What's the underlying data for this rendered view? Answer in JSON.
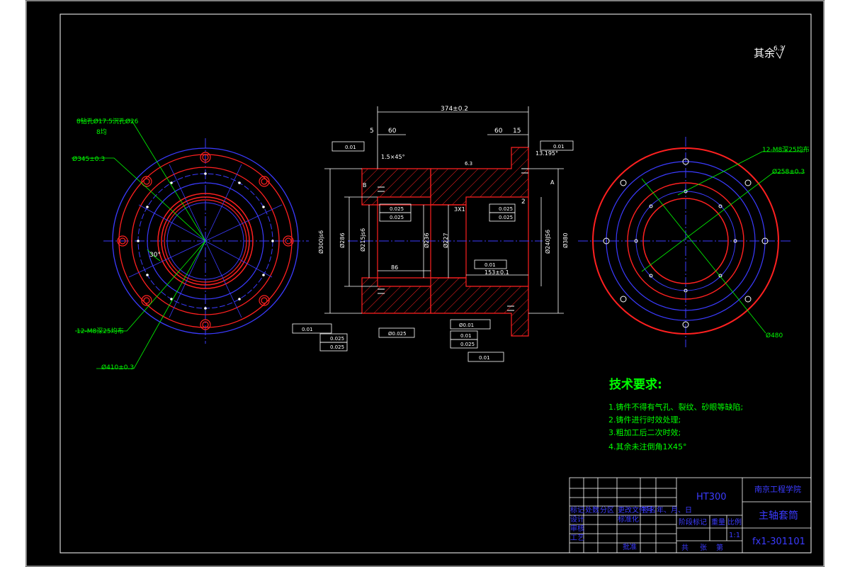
{
  "roughness": "其余",
  "roughness_value": "6.3",
  "left_view": {
    "label_holes": "8钻孔Ø17.5沉孔Ø26",
    "label_holes_sub": "8均",
    "label_d345": "Ø345±0.3",
    "label_angle": "30°",
    "label_threads": "12-M8深25均布",
    "label_d410": "Ø410±0.3"
  },
  "section": {
    "dim_total": "374±0.2",
    "dim_5": "5",
    "dim_60a": "60",
    "dim_60b": "60",
    "dim_15": "15",
    "dim_chamfer_l": "1.5×45°",
    "dim_chamfer_r": "13.195°",
    "dim_3x1": "3X1",
    "dim_86": "86",
    "dim_153": "153±0.1",
    "dim_2": "2",
    "d_left_1": "Ø300js6",
    "d_left_2": "Ø286",
    "d_left_3": "Ø215js6",
    "d_mid_1": "Ø236",
    "d_mid_2": "Ø227",
    "d_right_1": "Ø240JS6",
    "d_right_2": "Ø380",
    "tol_1": "0.01",
    "tol_2": "0.01",
    "tol_3": "0.025",
    "tol_4": "0.025",
    "tol_5": "0.025",
    "tol_6": "0.025",
    "tol_7": "0.01",
    "datum_b": "B",
    "datum_a": "A",
    "rough_63": "6.3",
    "tol_b1": "0.01",
    "tol_b2": "0.025",
    "tol_b3": "0.025",
    "tol_b4": "Ø0.025",
    "tol_b5": "Ø0.01",
    "tol_b6": "0.01",
    "tol_b7": "0.025",
    "tol_b8": "0.01"
  },
  "right_view": {
    "label_threads": "12-M8深25均布",
    "label_d258": "Ø258±0.3",
    "label_d480": "Ø480"
  },
  "tech_req": {
    "title": "技术要求:",
    "items": [
      "1.铸件不得有气孔、裂纹、砂眼等缺陷;",
      "2.铸件进行时效处理;",
      "3.粗加工后二次时效;",
      "4.其余未注倒角1X45°"
    ]
  },
  "title_block": {
    "material": "HT300",
    "school": "南京工程学院",
    "part_name": "主轴套筒",
    "drawing_no": "fx1-301101",
    "row_labels": [
      "标记",
      "处数",
      "分区",
      "更改文件号",
      "签名",
      "年、月、日"
    ],
    "design": "设计",
    "standard": "标准化",
    "review": "审核",
    "craft": "工艺",
    "approve": "批准",
    "stage": "阶段标记",
    "weight": "重量",
    "scale": "比例",
    "scale_val": "1:1",
    "sheet_a": "共",
    "sheet_b": "张",
    "sheet_c": "第"
  }
}
